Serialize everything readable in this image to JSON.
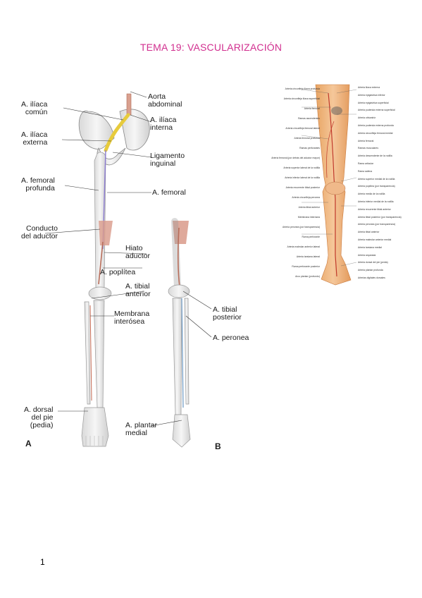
{
  "page": {
    "title": "TEMA 19: VASCULARIZACIÓN",
    "page_number": "1"
  },
  "figure_a": {
    "panel_a": "A",
    "panel_b": "B",
    "labels": {
      "aorta": "Aorta\nabdominal",
      "iliaca_comun": "A. ilíaca\ncomún",
      "iliaca_interna": "A. ilíaca\ninterna",
      "iliaca_externa": "A. ilíaca\nexterna",
      "ligamento": "Ligamento\ninguinal",
      "femoral_profunda": "A. femoral\nprofunda",
      "femoral": "A. femoral",
      "conducto": "Conducto\ndel aductor",
      "hiato": "Hiato\naductor",
      "poplitea": "A. poplítea",
      "tibial_anterior": "A. tibial\nanterior",
      "tibial_posterior": "A. tibial\nposterior",
      "membrana": "Membrana\ninterósea",
      "peronea": "A. peronea",
      "dorsal_pie": "A. dorsal\ndel pie\n(pedia)",
      "plantar_medial": "A. plantar\nmedial"
    }
  },
  "figure_b": {
    "labels_left": [
      "Arteria circunfleja ilíaca profunda",
      "Arteria circunfleja ilíaca superficial",
      "Arteria femoral",
      "Ramas ascendentes",
      "Arteria circunfleja femoral lateral",
      "Arteria femoral profunda",
      "Ramas perforantes",
      "Arteria femoral (por detrás del aductor mayor)",
      "Arteria superior lateral de la rodilla",
      "Arteria inferior lateral de la rodilla",
      "Arteria recurrente tibial posterior",
      "Arteria circunfleja peronea",
      "Arteria tibial anterior",
      "Membrana interósea",
      "Arteria peronea (por transparencia)",
      "Rama perforante",
      "Arteria maleolar anterior lateral",
      "Arteria tarsiana lateral",
      "Rama perforante posterior",
      "Arco plantar (profundo)"
    ],
    "labels_right": [
      "Arteria ilíaca externa",
      "Arteria epigástrica inferior",
      "Arteria epigástrica superficial",
      "Arteria pudenda externa superficial",
      "Arteria obturatriz",
      "Arteria pudenda externa profunda",
      "Arteria circunfleja femoral medial",
      "Arteria femoral",
      "Ramas musculares",
      "Arteria descendente de la rodilla",
      "Rama articular",
      "Rama safena",
      "Arteria superior medial de la rodilla",
      "Arteria poplítea (por transparencia)",
      "Arteria media de la rodilla",
      "Arteria inferior medial de la rodilla",
      "Arteria recurrente tibial anterior",
      "Arteria tibial posterior (por transparencia)",
      "Arteria peronea (por transparencia)",
      "Arteria tibial anterior",
      "Arteria maleolar anterior medial",
      "Arteria tarsiana medial",
      "Arteria arqueada",
      "Arteria dorsal del pie (pedia)",
      "Arteria plantar profunda",
      "Arterias digitales dorsales"
    ]
  }
}
